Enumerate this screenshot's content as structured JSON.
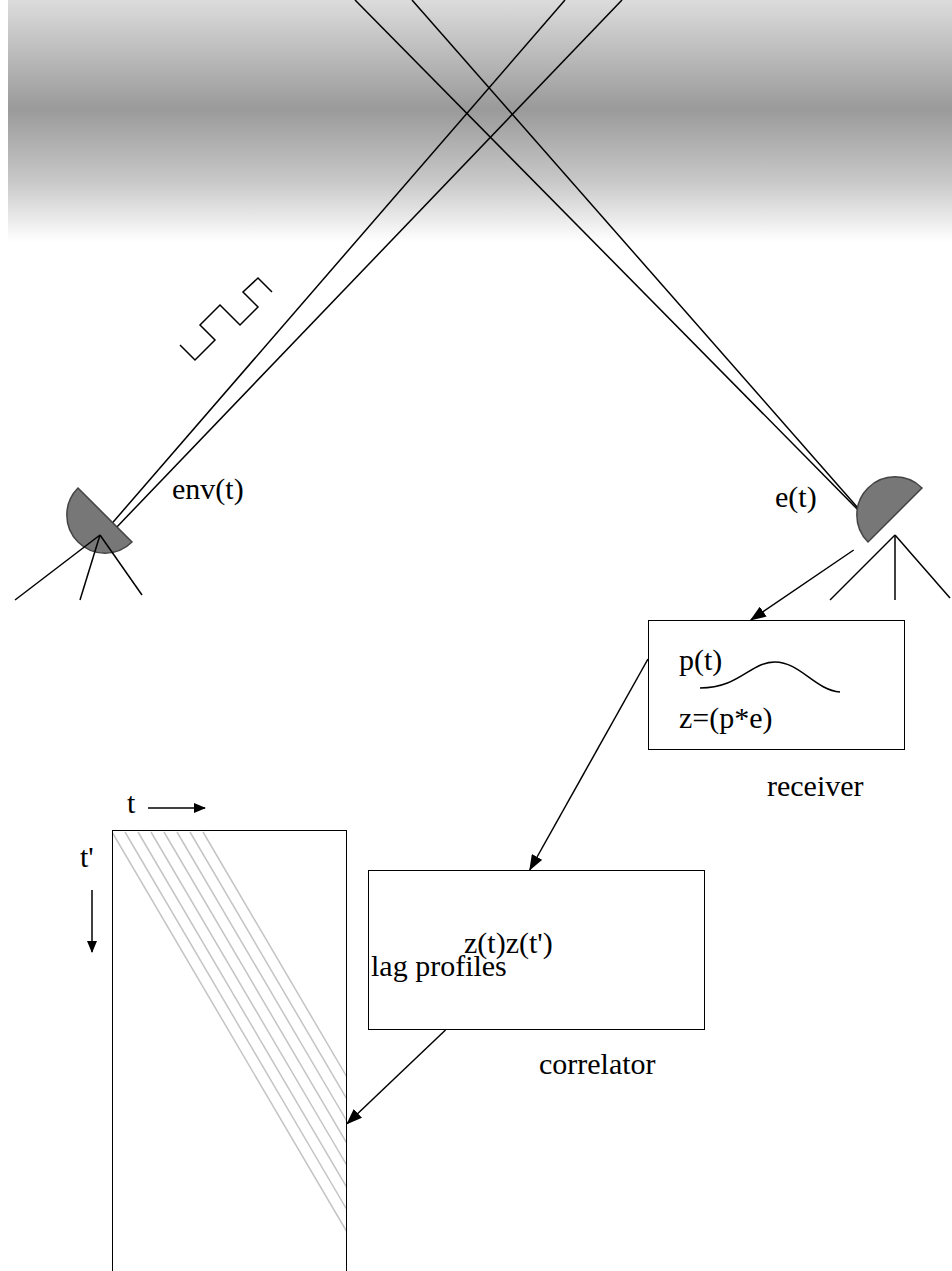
{
  "diagram": {
    "nodes": [
      {
        "text": [
          "env(t)"
        ]
      },
      {
        "text": [
          "e(t)"
        ]
      },
      {
        "text": [
          "p(t)",
          "z=(p*e)",
          "receiver"
        ]
      },
      {
        "text": [
          "z(t)z(t')",
          "correlator"
        ]
      },
      {
        "text": [
          "lag profiles"
        ]
      }
    ],
    "edges": [
      {
        "from": 1,
        "to": 2,
        "arrow": "to"
      },
      {
        "from": 2,
        "to": 3,
        "arrow": "to"
      },
      {
        "from": 3,
        "to": 4,
        "arrow": "to"
      }
    ],
    "labels": [
      "t",
      "t'"
    ]
  }
}
